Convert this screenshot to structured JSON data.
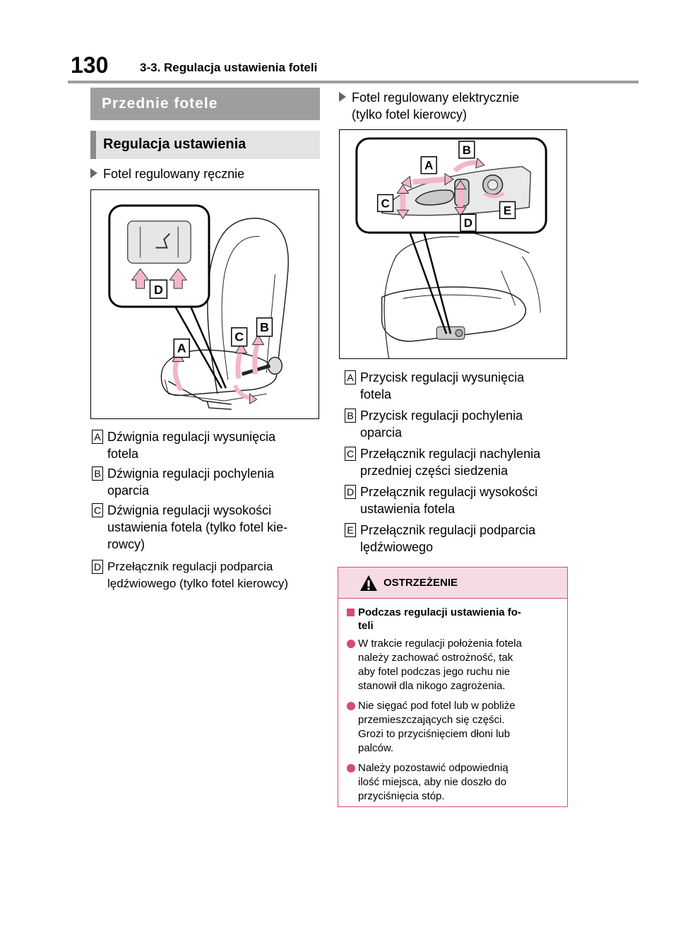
{
  "header": {
    "page_number": "130",
    "chapter": "3-3. Regulacja ustawienia foteli"
  },
  "section": {
    "title": "Przednie fotele",
    "subtitle": "Regulacja ustawienia"
  },
  "manual": {
    "heading": "Fotel regulowany ręcznie",
    "figure_labels": [
      "A",
      "B",
      "C",
      "D"
    ],
    "items": [
      {
        "label": "A",
        "lines": [
          "Dźwignia regulacji wysunięcia",
          "fotela"
        ]
      },
      {
        "label": "B",
        "lines": [
          "Dźwignia regulacji pochylenia",
          "oparcia"
        ]
      },
      {
        "label": "C",
        "lines": [
          "Dźwignia regulacji wysokości",
          "ustawienia fotela (tylko fotel kie-",
          "rowcy)"
        ]
      },
      {
        "label": "D",
        "lines": [
          "Przełącznik regulacji podparcia",
          "lędźwiowego (tylko fotel kierowcy)"
        ]
      }
    ]
  },
  "electric": {
    "heading_lines": [
      "Fotel regulowany elektrycznie",
      "(tylko fotel kierowcy)"
    ],
    "figure_labels": [
      "A",
      "B",
      "C",
      "D",
      "E"
    ],
    "items": [
      {
        "label": "A",
        "lines": [
          "Przycisk regulacji wysunięcia",
          "fotela"
        ]
      },
      {
        "label": "B",
        "lines": [
          "Przycisk regulacji pochylenia",
          "oparcia"
        ]
      },
      {
        "label": "C",
        "lines": [
          "Przełącznik regulacji nachylenia",
          "przedniej części siedzenia"
        ]
      },
      {
        "label": "D",
        "lines": [
          "Przełącznik regulacji wysokości",
          "ustawienia fotela"
        ]
      },
      {
        "label": "E",
        "lines": [
          "Przełącznik regulacji podparcia",
          "lędźwiowego"
        ]
      }
    ]
  },
  "warning": {
    "title": "OSTRZEŻENIE",
    "subtitle_lines": [
      "Podczas regulacji ustawienia fo-",
      "teli"
    ],
    "items": [
      {
        "lines": [
          "W trakcie regulacji położenia fotela",
          "należy zachować ostrożność, tak",
          "aby fotel podczas jego ruchu nie",
          "stanowił dla nikogo zagrożenia."
        ]
      },
      {
        "lines": [
          "Nie sięgać pod fotel lub w pobliże",
          "przemieszczających się części.",
          "Grozi to przyciśnięciem dłoni lub",
          "palców."
        ]
      },
      {
        "lines": [
          "Należy pozostawić odpowiednią",
          "ilość miejsca, aby nie doszło do",
          "przyciśnięcia stóp."
        ]
      }
    ]
  },
  "colors": {
    "accent_pink": "#d84a78",
    "arrow_pink": "#f3b6ca",
    "header_gray": "#9e9e9e"
  }
}
